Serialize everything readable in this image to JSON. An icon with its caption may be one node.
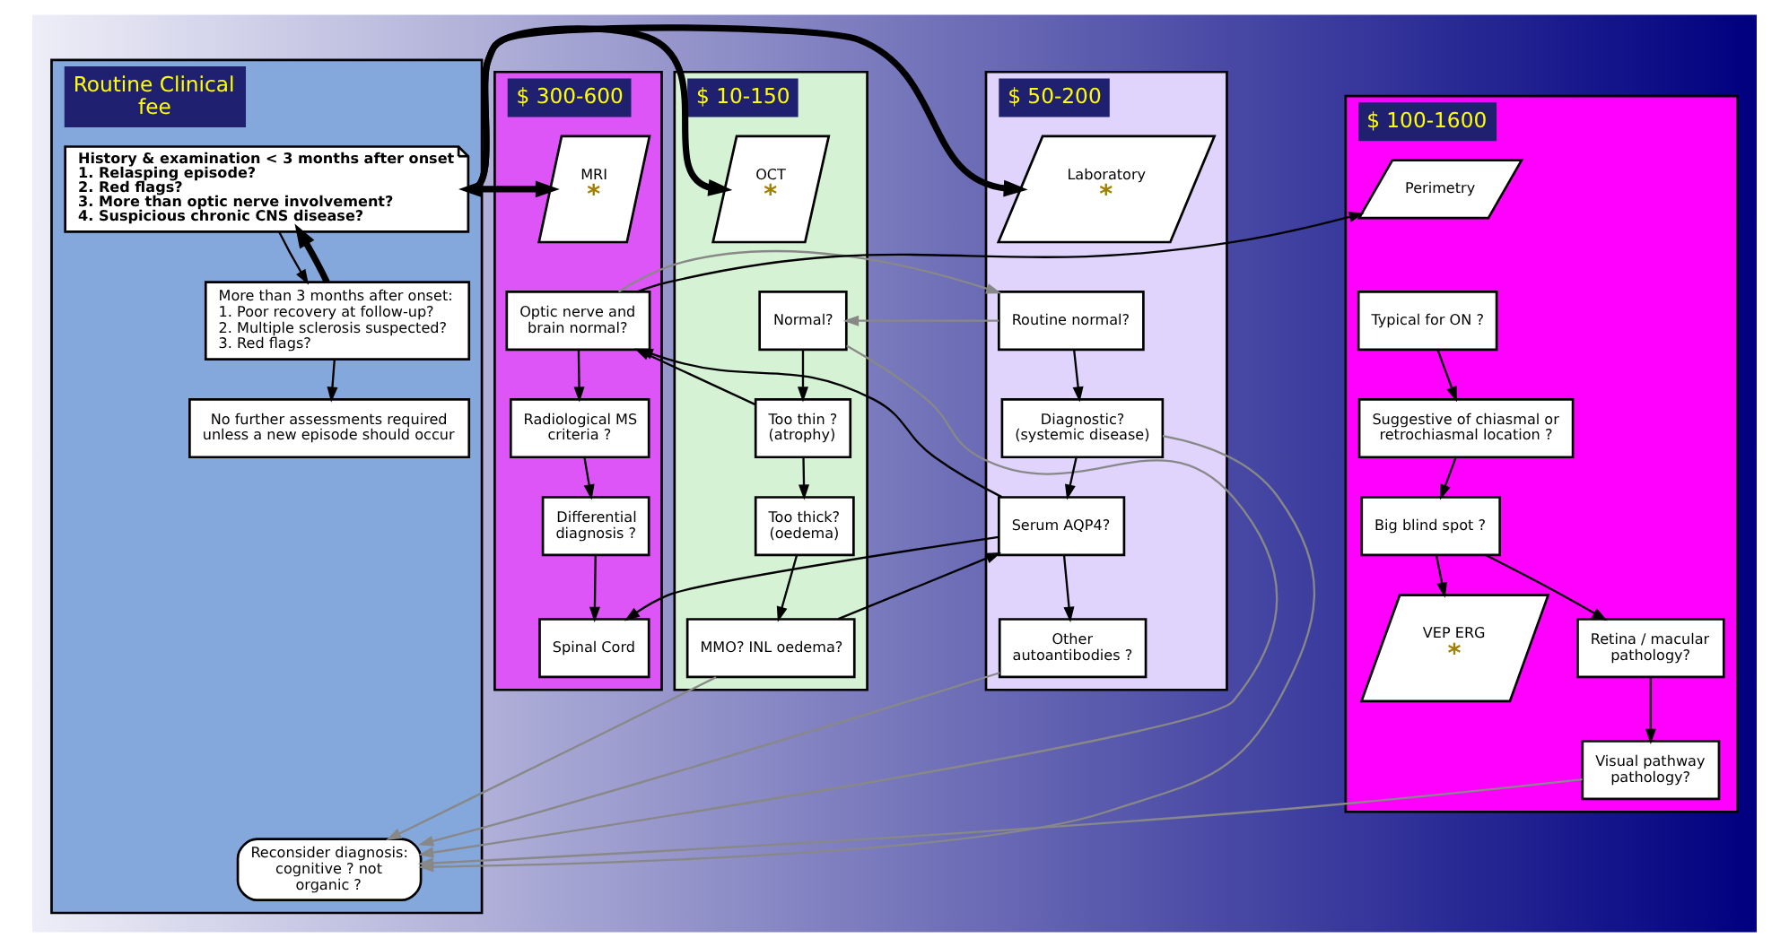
{
  "diagram": {
    "nodes": [
      {
        "text": [
          "Routine Clinical fee"
        ]
      },
      {
        "text": [
          "History & examination < 3 months after onset",
          "1. Relasping episode?",
          "2. Red flags?",
          "3. More than optic nerve involvement?",
          "4. Suspicious chronic CNS disease?"
        ],
        "in": 0
      },
      {
        "text": [
          "More than 3 months after onset:",
          "1. Poor recovery at follow-up?",
          "2. Multiple sclerosis suspected?",
          "3. Red flags?"
        ],
        "in": 0
      },
      {
        "text": [
          "No further assessments required unless a new episode should occur"
        ],
        "in": 0
      },
      {
        "text": [
          "Reconsider diagnosis: cognitive ? not organic ?"
        ],
        "in": 0
      },
      {
        "text": [
          "$ 10-150"
        ]
      },
      {
        "text": [
          "OCT",
          "*"
        ],
        "in": 5
      },
      {
        "text": [
          "Normal?"
        ],
        "in": 5
      },
      {
        "text": [
          "Too thin ? (atrophy)"
        ],
        "in": 5
      },
      {
        "text": [
          "Too thick? (oedema)"
        ],
        "in": 5
      },
      {
        "text": [
          "MMO? INL oedema?"
        ],
        "in": 5
      },
      {
        "text": [
          "$ 50-200"
        ]
      },
      {
        "text": [
          "Laboratory",
          "*"
        ],
        "in": 11
      },
      {
        "text": [
          "Routine normal?"
        ],
        "in": 11
      },
      {
        "text": [
          "Diagnostic? (systemic disease)"
        ],
        "in": 11
      },
      {
        "text": [
          "Serum AQP4?"
        ],
        "in": 11
      },
      {
        "text": [
          "Other autoantibodies ?"
        ],
        "in": 11
      },
      {
        "text": [
          "$ 300-600"
        ]
      },
      {
        "text": [
          "MRI",
          "*"
        ],
        "in": 17
      },
      {
        "text": [
          "Optic nerve and brain normal?"
        ],
        "in": 17
      },
      {
        "text": [
          "Radiological MS criteria ?"
        ],
        "in": 17
      },
      {
        "text": [
          "Differential diagnosis ?"
        ],
        "in": 17
      },
      {
        "text": [
          "Spinal Cord"
        ],
        "in": 17
      },
      {
        "text": [
          "$ 100-1600"
        ]
      },
      {
        "text": [
          "Perimetry"
        ],
        "in": 23
      },
      {
        "text": [
          "Typical for ON ?"
        ],
        "in": 23
      },
      {
        "text": [
          "Suggestive of chiasmal or retrochiasmal location ?"
        ],
        "in": 23
      },
      {
        "text": [
          "Big blind spot ?"
        ],
        "in": 23
      },
      {
        "text": [
          "VEP ERG",
          "*"
        ],
        "in": 23
      },
      {
        "text": [
          "Retina / macular pathology?"
        ],
        "in": 23
      },
      {
        "text": [
          "Visual pathway pathology?"
        ],
        "in": 23
      }
    ],
    "edges": [
      {
        "from": 1,
        "to": 2,
        "arrow": "to"
      },
      {
        "from": 2,
        "to": 3,
        "arrow": "to"
      },
      {
        "from": 2,
        "to": 1,
        "arrow": "to",
        "style": "thick"
      },
      {
        "from": 1,
        "to": 6,
        "arrow": "to",
        "style": "thick"
      },
      {
        "from": 1,
        "to": 12,
        "arrow": "to",
        "style": "thick"
      },
      {
        "from": 1,
        "to": 18,
        "arrow": "both",
        "style": "thick"
      },
      {
        "from": 7,
        "to": 8,
        "arrow": "to"
      },
      {
        "from": 8,
        "to": 9,
        "arrow": "to"
      },
      {
        "from": 9,
        "to": 10,
        "arrow": "to"
      },
      {
        "from": 13,
        "to": 14,
        "arrow": "to"
      },
      {
        "from": 14,
        "to": 15,
        "arrow": "to"
      },
      {
        "from": 15,
        "to": 16,
        "arrow": "to"
      },
      {
        "from": 10,
        "to": 15,
        "arrow": "to"
      },
      {
        "from": 8,
        "to": 19,
        "arrow": "to"
      },
      {
        "from": 15,
        "to": 19,
        "arrow": "to"
      },
      {
        "from": 15,
        "to": 22,
        "arrow": "to"
      },
      {
        "from": 19,
        "to": 20,
        "arrow": "to"
      },
      {
        "from": 20,
        "to": 21,
        "arrow": "to"
      },
      {
        "from": 21,
        "to": 22,
        "arrow": "to"
      },
      {
        "from": 19,
        "to": 24,
        "arrow": "to"
      },
      {
        "from": 25,
        "to": 26,
        "arrow": "to"
      },
      {
        "from": 26,
        "to": 27,
        "arrow": "to"
      },
      {
        "from": 27,
        "to": 28,
        "arrow": "to"
      },
      {
        "from": 27,
        "to": 29,
        "arrow": "to"
      },
      {
        "from": 29,
        "to": 30,
        "arrow": "to"
      },
      {
        "from": 19,
        "to": 13,
        "arrow": "to",
        "color": "#888888"
      },
      {
        "from": 13,
        "to": 7,
        "arrow": "to",
        "color": "#888888"
      },
      {
        "from": 7,
        "to": 4,
        "arrow": "to",
        "color": "#888888"
      },
      {
        "from": 10,
        "to": 4,
        "arrow": "to",
        "color": "#888888"
      },
      {
        "from": 14,
        "to": 4,
        "arrow": "to",
        "color": "#888888"
      },
      {
        "from": 16,
        "to": 4,
        "arrow": "to",
        "color": "#888888"
      },
      {
        "from": 30,
        "to": 4,
        "arrow": "to",
        "color": "#888888"
      }
    ]
  }
}
